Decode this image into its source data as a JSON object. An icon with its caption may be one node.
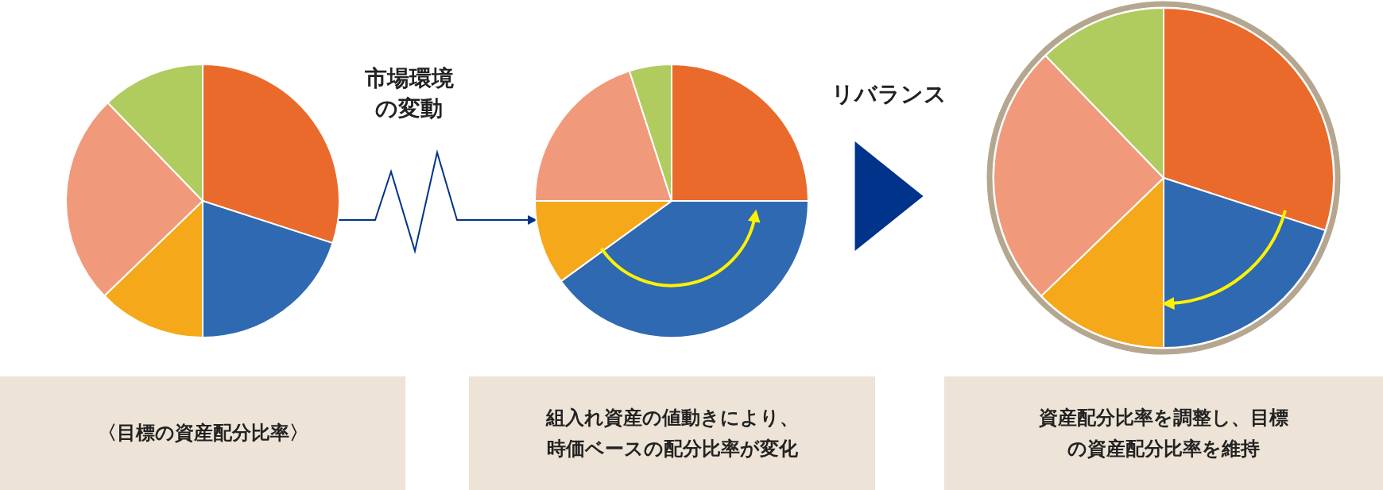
{
  "diagram": {
    "nodes": [
      {
        "text": [],
        "shape": "picture"
      },
      {
        "text": [],
        "shape": "picture"
      },
      {
        "text": [],
        "shape": "picture"
      },
      {
        "text": [
          "〈目標の資産配分比率〉"
        ]
      },
      {
        "text": [
          "組入れ資産の値動きにより、時価ベースの配分比率が変化"
        ]
      },
      {
        "text": [
          "資産配分比率を調整し、目標の資産配分比率を維持"
        ]
      }
    ],
    "edges": [
      {
        "from": 0,
        "to": 1,
        "arrow": "to",
        "label": "市場環境の変動"
      },
      {
        "from": 1,
        "to": 2,
        "arrow": "to",
        "label": "リバランス"
      }
    ]
  }
}
